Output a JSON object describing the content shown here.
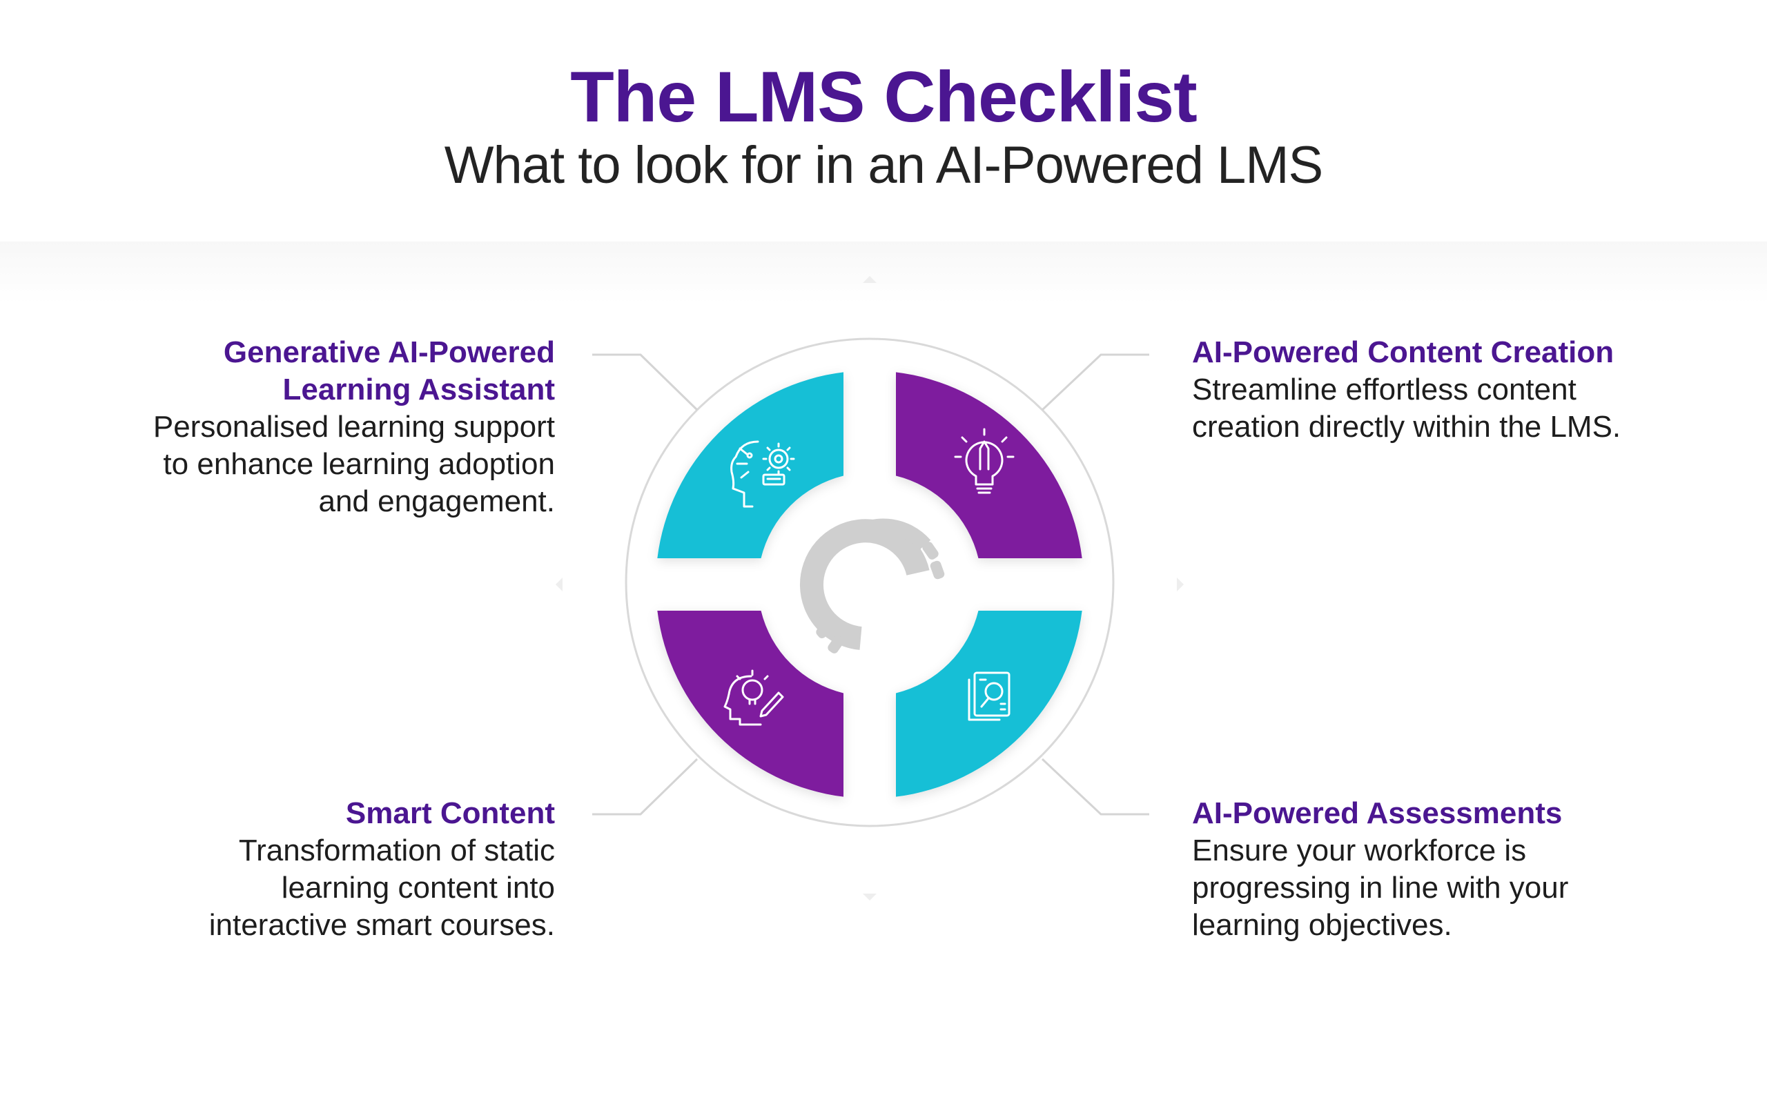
{
  "title": "The LMS Checklist",
  "subtitle": "What to look for in an AI-Powered LMS",
  "colors": {
    "purple": "#7e1a9e",
    "teal": "#16bfd6",
    "heading": "#4b1691"
  },
  "items": [
    {
      "heading": "Generative AI-Powered\nLearning Assistant",
      "text": "Personalised learning support\nto enhance learning adoption\nand engagement.",
      "icon": "ai-head-gear-icon"
    },
    {
      "heading": "AI-Powered Content Creation",
      "text": "Streamline effortless content\ncreation directly within the LMS.",
      "icon": "lightbulb-pencil-icon"
    },
    {
      "heading": "Smart Content",
      "text": "Transformation of static\nlearning content into\ninteractive smart courses.",
      "icon": "head-bulb-pencil-icon"
    },
    {
      "heading": "AI-Powered Assessments",
      "text": "Ensure your workforce is\nprogressing in line with your\nlearning objectives.",
      "icon": "document-search-icon"
    }
  ]
}
